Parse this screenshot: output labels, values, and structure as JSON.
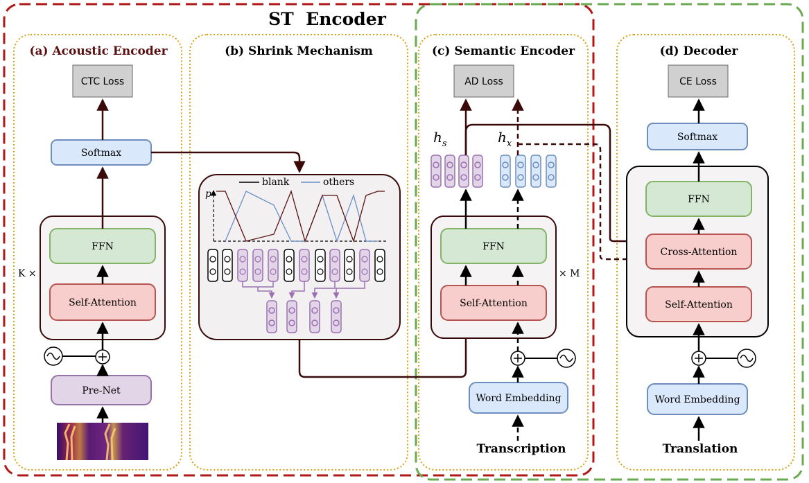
{
  "title": "ST  Encoder",
  "sections": {
    "a": "(a) Acoustic Encoder",
    "b": "(b) Shrink Mechanism",
    "c": "(c) Semantic Encoder",
    "d": "(d) Decoder"
  },
  "acoustic": {
    "loss": "CTC Loss",
    "softmax": "Softmax",
    "ffn": "FFN",
    "attn": "Self-Attention",
    "prenet": "Pre-Net",
    "repeat": "K ×"
  },
  "shrink": {
    "p_label": "p",
    "legend_blank": "blank",
    "legend_others": "others"
  },
  "semantic": {
    "loss": "AD Loss",
    "hs_label": "h",
    "hs_sub": "s",
    "hx_label": "h",
    "hx_sub": "x",
    "ffn": "FFN",
    "attn": "Self-Attention",
    "embed": "Word Embedding",
    "input": "Transcription",
    "repeat": "× M"
  },
  "decoder": {
    "loss": "CE Loss",
    "softmax": "Softmax",
    "ffn": "FFN",
    "cross": "Cross-Attention",
    "attn": "Self-Attention",
    "embed": "Word Embedding",
    "input": "Translation"
  },
  "colors": {
    "st_encoder_border": "#b01818",
    "semantic_border": "#6aaa50",
    "section_border": "#d8a010",
    "dark_arrow": "#3a0a0a",
    "blank_line": "#5a1010",
    "others_line": "#6a8fc8",
    "green_box": "#d5e8d4",
    "red_box": "#f8cecc",
    "blue_box": "#dae8fc",
    "purple_box": "#e1d5e7",
    "gray_box": "#d0d0d0"
  }
}
